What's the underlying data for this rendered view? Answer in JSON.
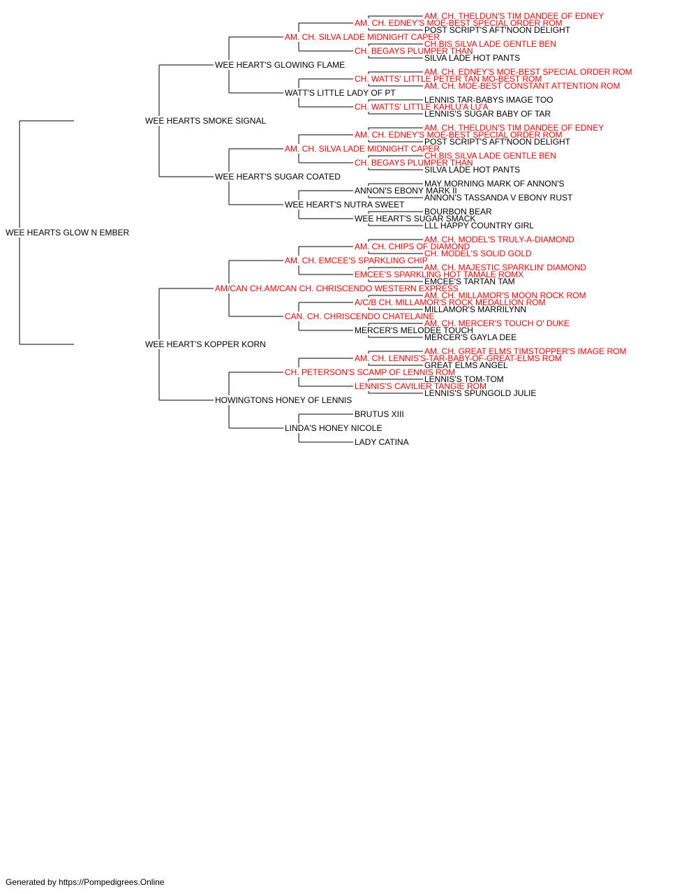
{
  "colors": {
    "champion": "#ff0000",
    "normal": "#000000",
    "line": "#000000"
  },
  "root": {
    "name": "WEE HEARTS GLOW N EMBER",
    "champion": false,
    "sire": {
      "name": "WEE HEARTS SMOKE SIGNAL",
      "champion": false,
      "sire": {
        "name": "WEE HEART'S GLOWING FLAME",
        "champion": false,
        "sire": {
          "name": "AM. CH. SILVA LADE MIDNIGHT CAPER",
          "champion": true,
          "sire": {
            "name": "AM. CH. EDNEY'S MOE-BEST SPECIAL ORDER ROM",
            "champion": true,
            "sire": {
              "name": "AM. CH. THELDUN'S TIM DANDEE OF EDNEY",
              "champion": true
            },
            "dam": {
              "name": "POST SCRIPT'S AFT'NOON DELIGHT",
              "champion": false
            }
          },
          "dam": {
            "name": "CH. BEGAYS PLUMPER THAN",
            "champion": true,
            "sire": {
              "name": "CH.BIS SILVA LADE GENTLE BEN",
              "champion": true
            },
            "dam": {
              "name": "SILVA LADE HOT PANTS",
              "champion": false
            }
          }
        },
        "dam": {
          "name": "WATT'S LITTLE LADY OF PT",
          "champion": false,
          "sire": {
            "name": "CH. WATTS' LITTLE PETER TAN MO-BEST ROM",
            "champion": true,
            "sire": {
              "name": "AM. CH. EDNEY'S MOE-BEST SPECIAL ORDER ROM",
              "champion": true
            },
            "dam": {
              "name": "AM. CH. MOE-BEST CONSTANT ATTENTION ROM",
              "champion": true
            }
          },
          "dam": {
            "name": "CH. WATTS' LITTLE KAHLU'A LU'A",
            "champion": true,
            "sire": {
              "name": "LENNIS TAR-BABYS IMAGE TOO",
              "champion": false
            },
            "dam": {
              "name": "LENNIS'S SUGAR BABY OF TAR",
              "champion": false
            }
          }
        }
      },
      "dam": {
        "name": "WEE HEART'S SUGAR COATED",
        "champion": false,
        "sire": {
          "name": "AM. CH. SILVA LADE MIDNIGHT CAPER",
          "champion": true,
          "sire": {
            "name": "AM. CH. EDNEY'S MOE-BEST SPECIAL ORDER ROM",
            "champion": true,
            "sire": {
              "name": "AM. CH. THELDUN'S TIM DANDEE OF EDNEY",
              "champion": true
            },
            "dam": {
              "name": "POST SCRIPT'S AFT'NOON DELIGHT",
              "champion": false
            }
          },
          "dam": {
            "name": "CH. BEGAYS PLUMPER THAN",
            "champion": true,
            "sire": {
              "name": "CH.BIS SILVA LADE GENTLE BEN",
              "champion": true
            },
            "dam": {
              "name": "SILVA LADE HOT PANTS",
              "champion": false
            }
          }
        },
        "dam": {
          "name": "WEE HEART'S NUTRA SWEET",
          "champion": false,
          "sire": {
            "name": "ANNON'S EBONY MARK II",
            "champion": false,
            "sire": {
              "name": "MAY MORNING MARK OF ANNON'S",
              "champion": false
            },
            "dam": {
              "name": "ANNON'S TASSANDA V EBONY RUST",
              "champion": false
            }
          },
          "dam": {
            "name": "WEE HEART'S SUGAR SMACK",
            "champion": false,
            "sire": {
              "name": "BOURBON BEAR",
              "champion": false
            },
            "dam": {
              "name": "LLL HAPPY COUNTRY GIRL",
              "champion": false
            }
          }
        }
      }
    },
    "dam": {
      "name": "WEE HEART'S KOPPER KORN",
      "champion": false,
      "sire": {
        "name": "AM/CAN CH.AM/CAN CH. CHRISCENDO WESTERN EXPRESS",
        "champion": true,
        "sire": {
          "name": "AM. CH. EMCEE'S SPARKLING CHIP",
          "champion": true,
          "sire": {
            "name": "AM. CH. CHIPS OF DIAMOND",
            "champion": true,
            "sire": {
              "name": "AM. CH. MODEL'S TRULY-A-DIAMOND",
              "champion": true
            },
            "dam": {
              "name": "CH. MODEL'S SOLID GOLD",
              "champion": true
            }
          },
          "dam": {
            "name": "EMCEE'S SPARKLING HOT TAMALE ROMX",
            "champion": true,
            "sire": {
              "name": "AM. CH. MAJESTIC SPARKLIN' DIAMOND",
              "champion": true
            },
            "dam": {
              "name": "EMCEE'S TARTAN TAM",
              "champion": false
            }
          }
        },
        "dam": {
          "name": "CAN. CH. CHRISCENDO CHATELAINE",
          "champion": true,
          "sire": {
            "name": "A/C/B CH. MILLAMOR'S ROCK MEDALLION ROM",
            "champion": true,
            "sire": {
              "name": "AM. CH. MILLAMOR'S MOON ROCK ROM",
              "champion": true
            },
            "dam": {
              "name": "MILLAMOR'S MARRILYNN",
              "champion": false
            }
          },
          "dam": {
            "name": "MERCER'S MELODEE TOUCH",
            "champion": false,
            "sire": {
              "name": "AM. CH. MERCER'S TOUCH O' DUKE",
              "champion": true
            },
            "dam": {
              "name": "MERCER'S GAYLA DEE",
              "champion": false
            }
          }
        }
      },
      "dam": {
        "name": "HOWINGTONS HONEY OF LENNIS",
        "champion": false,
        "sire": {
          "name": "CH. PETERSON'S SCAMP OF LENNIS ROM",
          "champion": true,
          "sire": {
            "name": "AM. CH. LENNIS'S-TAR-BABY-OF-GREAT-ELMS ROM",
            "champion": true,
            "sire": {
              "name": "AM. CH. GREAT ELMS TIMSTOPPER'S IMAGE ROM",
              "champion": true
            },
            "dam": {
              "name": "GREAT ELMS ANGEL",
              "champion": false
            }
          },
          "dam": {
            "name": "LENNIS'S CAVILIER TANGIE ROM",
            "champion": true,
            "sire": {
              "name": "LENNIS'S TOM-TOM",
              "champion": false
            },
            "dam": {
              "name": "LENNIS'S SPUNGOLD JULIE",
              "champion": false
            }
          }
        },
        "dam": {
          "name": "LINDA'S HONEY NICOLE",
          "champion": false,
          "sire": {
            "name": "BRUTUS XIII",
            "champion": false
          },
          "dam": {
            "name": "LADY CATINA",
            "champion": false
          }
        }
      }
    }
  },
  "footer": "Generated by https://Pompedigrees.Online"
}
